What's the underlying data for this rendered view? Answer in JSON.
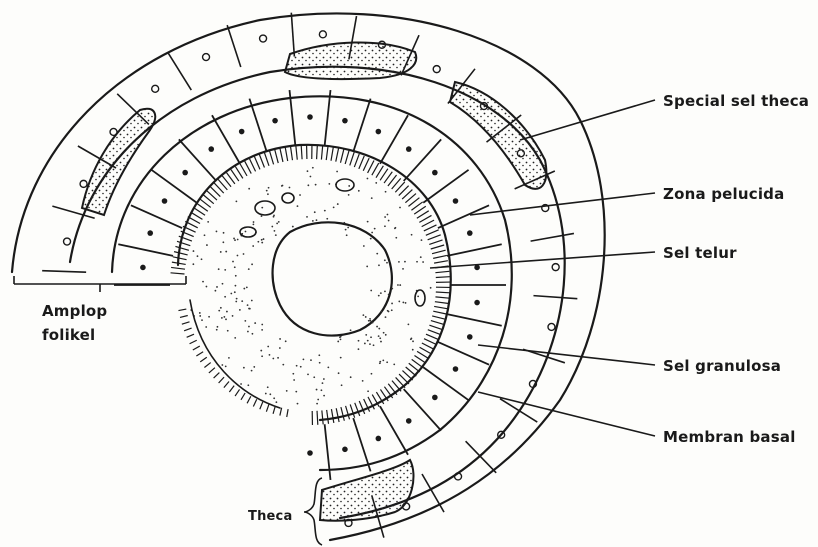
{
  "labels": {
    "special_theca": "Special sel theca",
    "zona_pelucida": "Zona pelucida",
    "sel_telur": "Sel telur",
    "sel_granulosa": "Sel granulosa",
    "membran_basal": "Membran basal",
    "amplop_line1": "Amplop",
    "amplop_line2": "folikel",
    "theca": "Theca"
  }
}
